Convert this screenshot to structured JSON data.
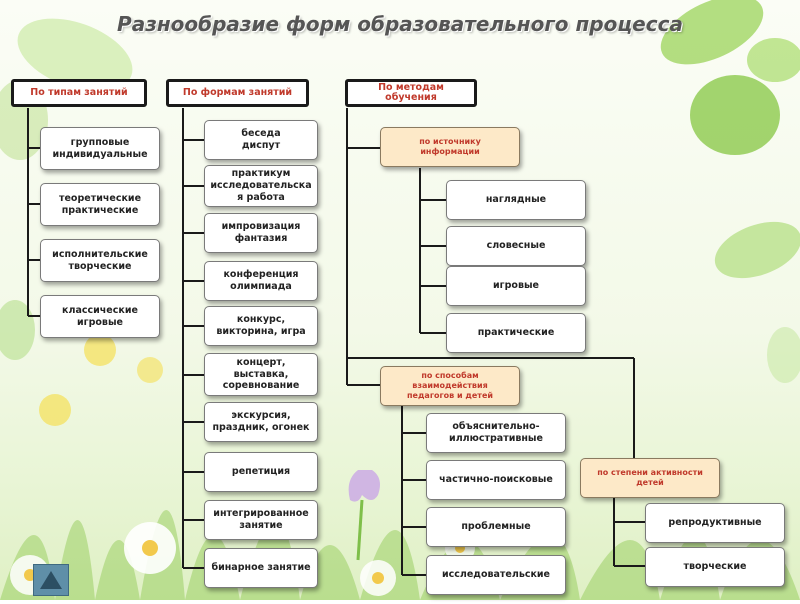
{
  "title": "Разнообразие форм образовательного процесса",
  "columns": {
    "types": {
      "header": "По типам занятий",
      "items": [
        "групповые\nиндивидуальные",
        "теоретические\nпрактические",
        "исполнительские\nтворческие",
        "классические\nигровые"
      ]
    },
    "forms": {
      "header": "По формам занятий",
      "items": [
        "беседа\nдиспут",
        "практикум\nисследовательска\nя работа",
        "импровизация\nфантазия",
        "конференция\nолимпиада",
        "конкурс,\nвикторина, игра",
        "концерт,\nвыставка,\nсоревнование",
        "экскурсия,\nпраздник, огонек",
        "репетиция",
        "интегрированное\nзанятие",
        "бинарное занятие"
      ]
    },
    "methods": {
      "header": "По методам\nобучения",
      "source": {
        "label": "по источнику\nинформации",
        "items": [
          "наглядные",
          "словесные",
          "игровые",
          "практические"
        ]
      },
      "interaction": {
        "label": "по способам\nвзаимодействия\nпедагогов и детей",
        "items": [
          "объяснительно-\nиллюстративные",
          "частично-поисковые",
          "проблемные",
          "исследовательские"
        ]
      },
      "activity": {
        "label": "по степени активности\nдетей",
        "items": [
          "репродуктивные",
          "творческие"
        ]
      }
    }
  },
  "colors": {
    "header_text": "#c0392b",
    "sub_fill": "#fde9c8",
    "line": "#1a1a1a"
  },
  "icons": {
    "nav": "triangle-up-icon"
  }
}
